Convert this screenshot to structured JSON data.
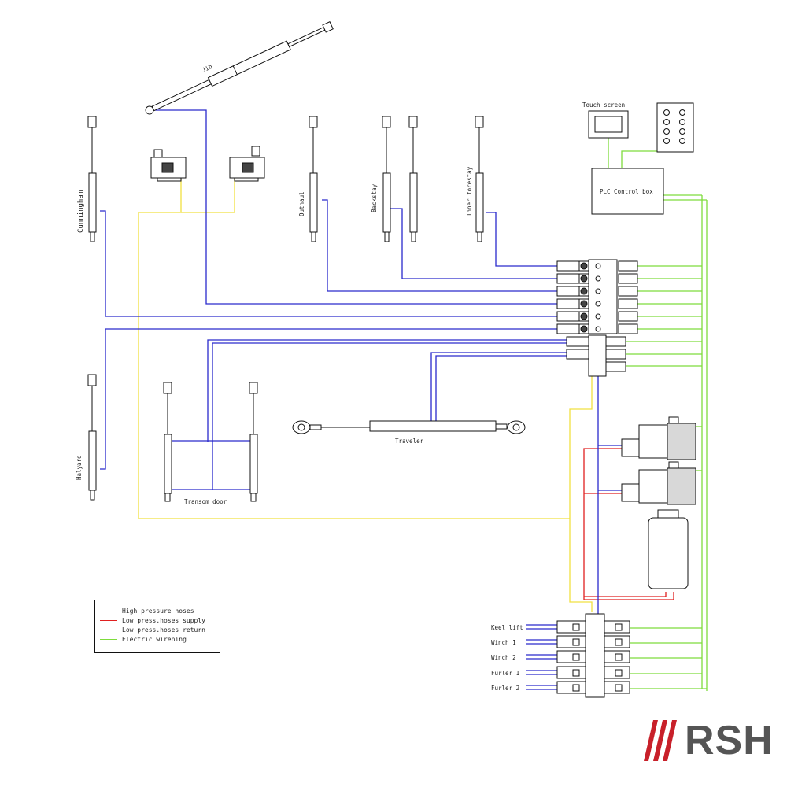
{
  "labels": {
    "jib": "Jib",
    "cunningham": "Cunningham",
    "outhaul": "Outhaul",
    "backstay": "Backstay",
    "inner_forestay": "Inner forestay",
    "halyard": "Halyard",
    "transom_door": "Transom door",
    "traveler": "Traveler",
    "touch_screen": "Touch screen",
    "plc_box": "PLC Control box"
  },
  "manifold_labels": [
    "Keel lift",
    "Winch 1",
    "Winch 2",
    "Furler 1",
    "Furler 2"
  ],
  "legend": {
    "items": [
      {
        "label": "High pressure hoses",
        "color": "#2a2acc"
      },
      {
        "label": "Low press.hoses supply",
        "color": "#e02020"
      },
      {
        "label": "Low press.hoses return",
        "color": "#f0e040"
      },
      {
        "label": "Electric wirening",
        "color": "#7edc3c"
      }
    ]
  },
  "logo": {
    "text": "RSH",
    "mark_color": "#c8202a"
  },
  "colors": {
    "high_pressure": "#2a2acc",
    "low_supply": "#e02020",
    "low_return": "#f0e040",
    "electric": "#7edc3c"
  }
}
